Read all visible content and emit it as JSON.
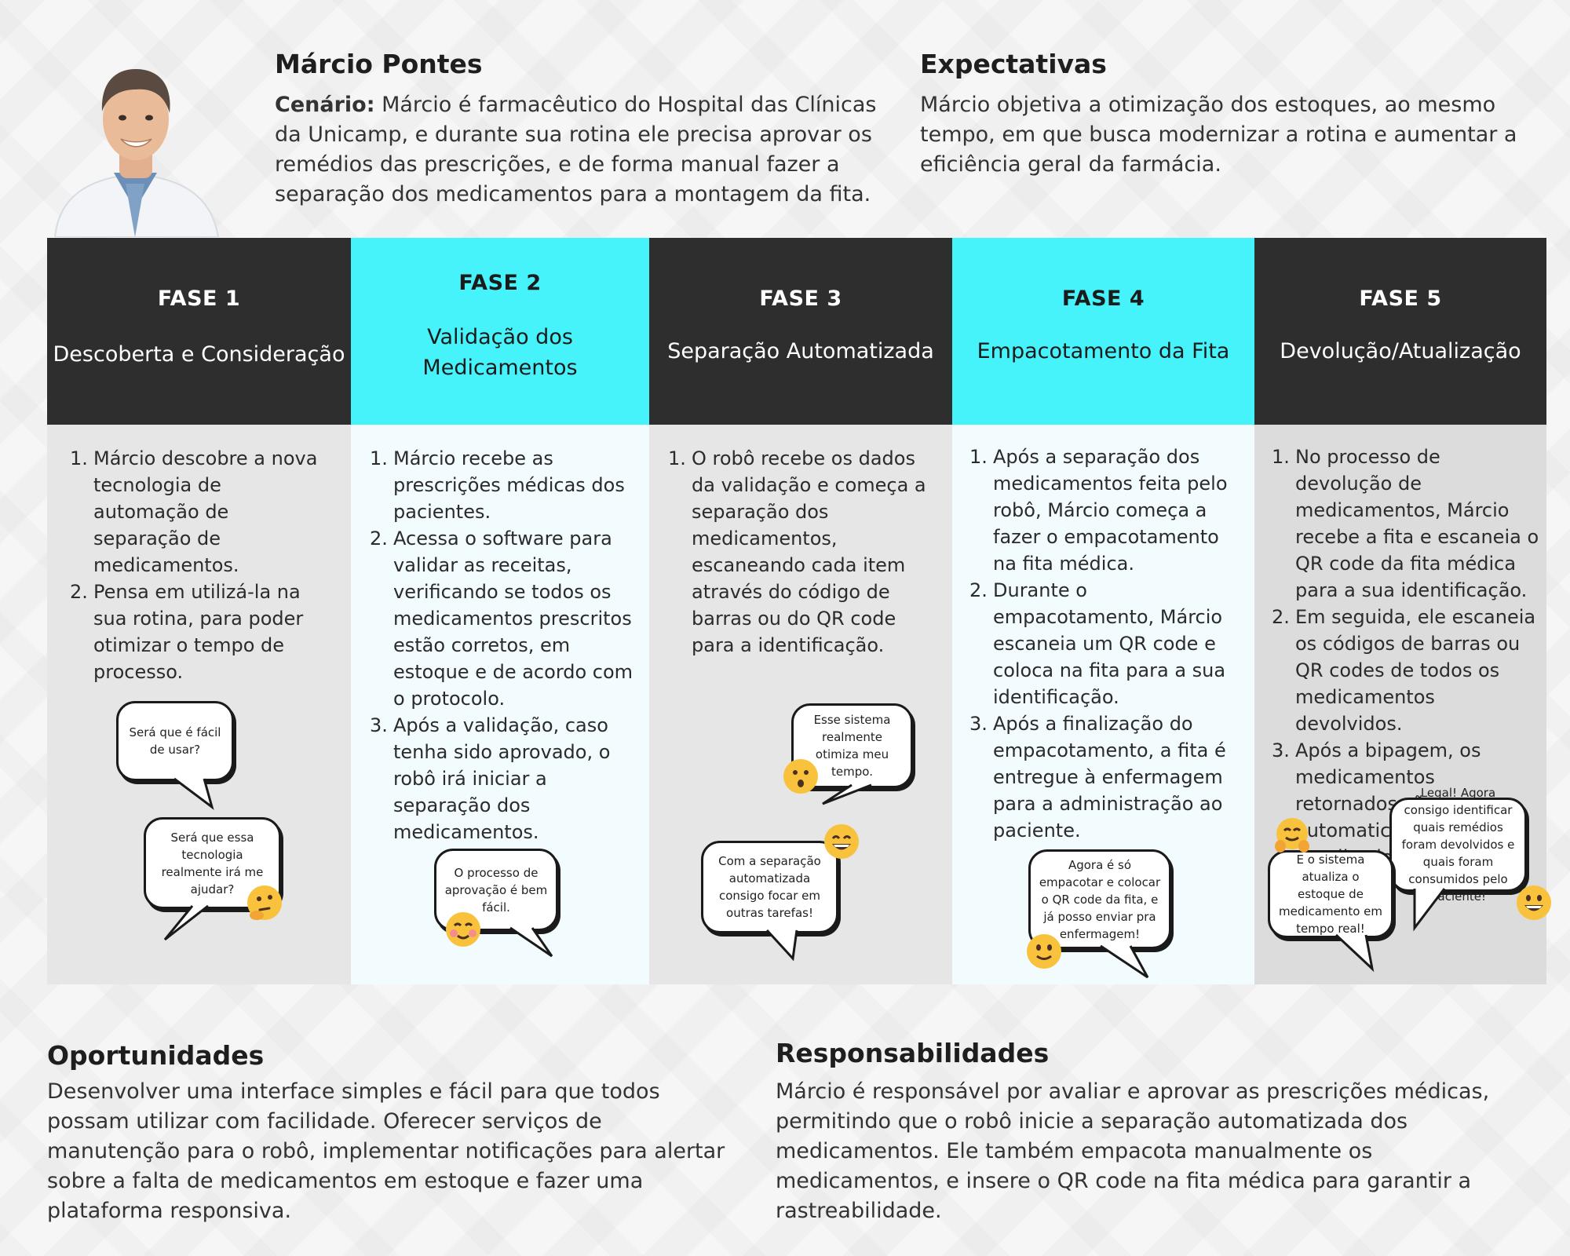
{
  "header": {
    "name": "Márcio Pontes",
    "scenario_label": "Cenário:",
    "scenario_text": " Márcio é farmacêutico do Hospital das Clínicas da Unicamp, e durante sua rotina ele precisa aprovar os remédios das prescrições, e de forma manual fazer a separação dos medicamentos para a montagem da fita.",
    "expectations_title": "Expectativas",
    "expectations_text": "Márcio objetiva a otimização dos estoques, ao mesmo tempo, em que busca modernizar a rotina e aumentar a eficiência geral da farmácia."
  },
  "phases": [
    {
      "title": "FASE 1",
      "subtitle": "Descoberta e Consideração",
      "steps": [
        "Márcio descobre a nova tecnologia de automação de separação de medicamentos.",
        "Pensa em utilizá-la na sua rotina, para poder otimizar o tempo de processo."
      ],
      "bubbles": [
        "Será que é fácil de usar?",
        "Será que essa tecnologia realmente irá me ajudar?"
      ]
    },
    {
      "title": "FASE 2",
      "subtitle_line1": "Validação dos",
      "subtitle_line2": "Medicamentos",
      "steps": [
        "Márcio recebe as prescrições médicas dos pacientes.",
        "Acessa o software para validar as receitas, verificando se todos os medicamentos prescritos estão corretos, em estoque e de acordo com o protocolo.",
        "Após a validação, caso tenha sido aprovado, o robô irá iniciar a separação dos medicamentos."
      ],
      "bubbles": [
        "O processo de aprovação é bem fácil."
      ]
    },
    {
      "title": "FASE 3",
      "subtitle": "Separação Automatizada",
      "steps": [
        "O robô recebe os dados da validação e começa a separação dos medicamentos, escaneando cada item através do código de barras ou do QR code para a identificação."
      ],
      "bubbles": [
        "Esse sistema realmente otimiza meu tempo.",
        "Com a separação automatizada consigo focar em outras tarefas!"
      ]
    },
    {
      "title": "FASE 4",
      "subtitle": "Empacotamento da Fita",
      "steps": [
        "Após a separação dos medicamentos feita pelo robô, Márcio começa a fazer o empacotamento na fita médica.",
        " Durante o empacotamento, Márcio escaneia um QR code e coloca na fita para a sua identificação.",
        " Após a finalização do empacotamento, a fita é entregue à enfermagem para a administração ao paciente."
      ],
      "bubbles": [
        "Agora é só empacotar e colocar o QR code da fita, e já posso enviar pra enfermagem!"
      ]
    },
    {
      "title": "FASE 5",
      "subtitle": "Devolução/Atualização",
      "steps": [
        "No processo de devolução de medicamentos, Márcio recebe a fita e escaneia o QR code da fita médica para a sua identificação.",
        "Em seguida, ele escaneia os códigos de barras ou QR codes de todos os medicamentos devolvidos.",
        "Após a bipagem, os medicamentos retornados são automaticamente atualizados no estoque."
      ],
      "bubbles": [
        "Legal! Agora consigo identificar quais remédios foram devolvidos e quais foram consumidos pelo paciente!",
        "E o sistema atualiza o estoque de medicamento em tempo real!"
      ]
    }
  ],
  "footer": {
    "opportunities_title": "Oportunidades",
    "opportunities_text": "Desenvolver uma interface simples e fácil para que todos possam utilizar com facilidade. Oferecer serviços de manutenção para o robô, implementar notificações para alertar sobre a falta de medicamentos em estoque e fazer uma plataforma responsiva.",
    "responsibilities_title": "Responsabilidades",
    "responsibilities_text": "Márcio é responsável por avaliar e aprovar as prescrições médicas, permitindo que o robô inicie a separação automatizada dos medicamentos. Ele também empacota manualmente os medicamentos, e insere o QR code na fita médica para garantir a rastreabilidade."
  },
  "emojis": [
    "thinking-face",
    "smiling-face-with-blush",
    "hushed-face",
    "grinning-face",
    "slightly-smiling-face",
    "hugging-face",
    "grinning-face"
  ],
  "colors": {
    "dark": "#2e2e2e",
    "cyan": "#46f3fb",
    "grey_body": "#e6e6e6",
    "light_body": "#f2fbfd"
  }
}
